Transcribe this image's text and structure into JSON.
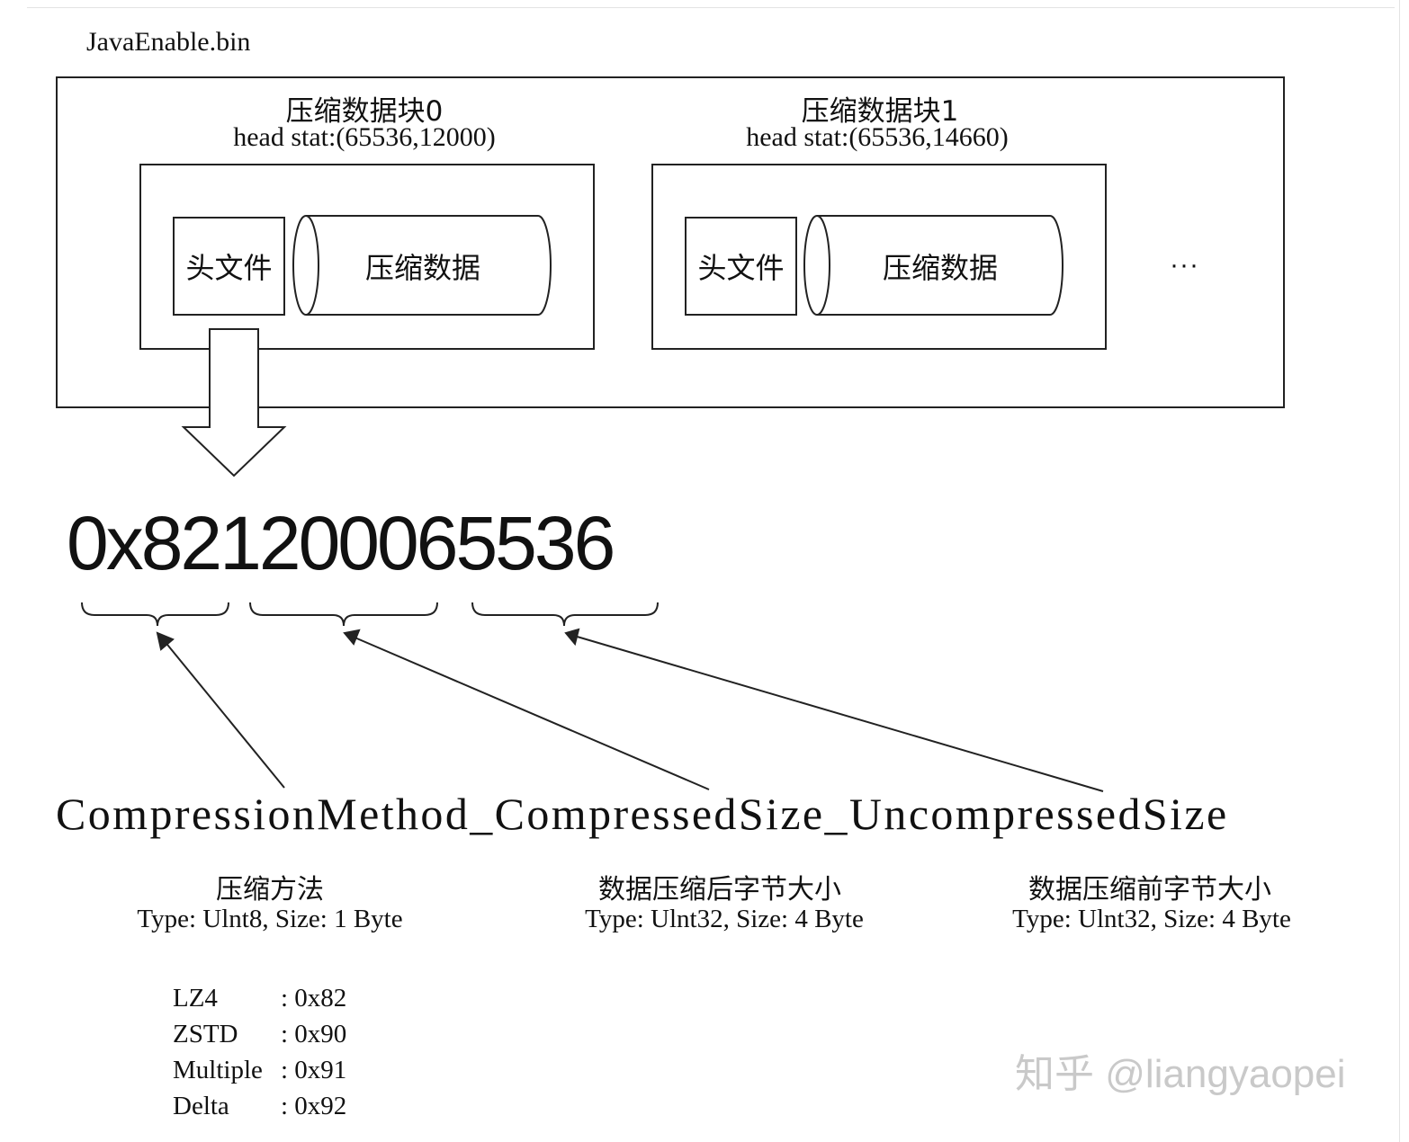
{
  "file_name": "JavaEnable.bin",
  "blocks": [
    {
      "title": "压缩数据块0",
      "head_stat": "head stat:(65536,12000)",
      "header_label": "头文件",
      "data_label": "压缩数据"
    },
    {
      "title": "压缩数据块1",
      "head_stat": "head stat:(65536,14660)",
      "header_label": "头文件",
      "data_label": "压缩数据"
    }
  ],
  "ellipsis": "···",
  "hex_value": "0x821200065536",
  "field_string": "CompressionMethod_CompressedSize_UncompressedSize",
  "fields": [
    {
      "name": "压缩方法",
      "type": "Type: Ulnt8, Size: 1 Byte"
    },
    {
      "name": "数据压缩后字节大小",
      "type": "Type: Ulnt32, Size: 4 Byte"
    },
    {
      "name": "数据压缩前字节大小",
      "type": "Type: Ulnt32, Size: 4 Byte"
    }
  ],
  "methods": [
    {
      "key": "LZ4",
      "value": ": 0x82"
    },
    {
      "key": "ZSTD",
      "value": ": 0x90"
    },
    {
      "key": "Multiple",
      "value": ": 0x91"
    },
    {
      "key": "Delta",
      "value": ": 0x92"
    }
  ],
  "watermark": "知乎 @liangyaopei"
}
